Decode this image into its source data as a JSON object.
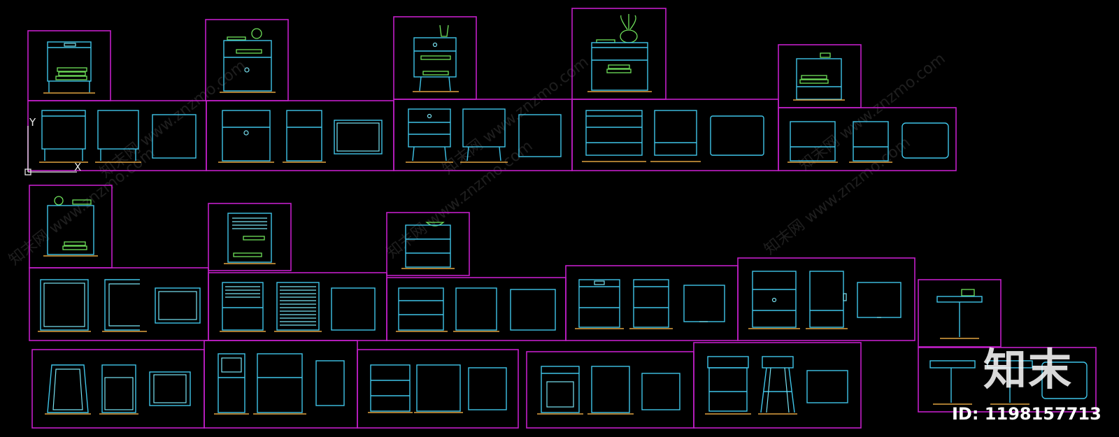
{
  "ucs": {
    "y_label": "Y",
    "x_label": "X"
  },
  "watermark": {
    "text": "知末网 www.znzmo.com"
  },
  "brand": {
    "logo_text": "知末",
    "id_text": "ID: 1198157713"
  },
  "colors": {
    "background": "#000000",
    "frame": "#c21ec9",
    "linework": "#3fc4e8",
    "decor": "#6ee05a",
    "ground": "#e0a240"
  }
}
